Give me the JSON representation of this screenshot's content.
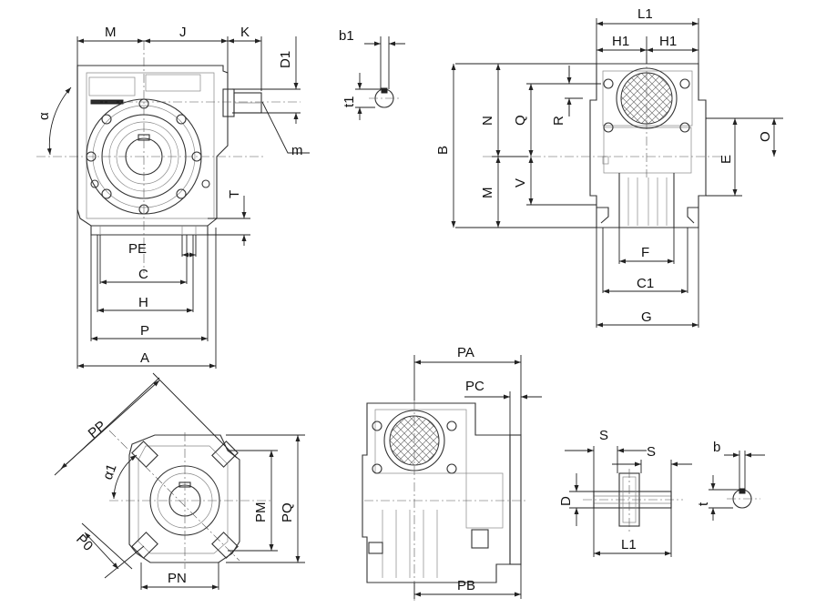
{
  "drawing": {
    "front_view": {
      "labels": {
        "M": "M",
        "J": "J",
        "K": "K",
        "D1": "D1",
        "alpha": "α",
        "m": "m",
        "T": "T",
        "PE": "PE",
        "C": "C",
        "H": "H",
        "P": "P",
        "A": "A"
      }
    },
    "keyway_detail": {
      "labels": {
        "b1": "b1",
        "t1": "t1"
      }
    },
    "side_view": {
      "labels": {
        "L1": "L1",
        "H1_left": "H1",
        "H1_right": "H1",
        "B": "B",
        "N": "N",
        "M": "M",
        "Q": "Q",
        "R": "R",
        "V": "V",
        "O": "O",
        "E": "E",
        "F": "F",
        "C1": "C1",
        "G": "G"
      }
    },
    "flange_view": {
      "labels": {
        "PP": "PP",
        "alpha1": "α1",
        "P0": "P0",
        "PM": "PM",
        "PQ": "PQ",
        "PN": "PN"
      }
    },
    "flange_side_view": {
      "labels": {
        "PA": "PA",
        "PC": "PC",
        "PB": "PB"
      }
    },
    "shaft_view": {
      "labels": {
        "S_left": "S",
        "S_right": "S",
        "D": "D",
        "L1": "L1"
      }
    },
    "shaft_keyway": {
      "labels": {
        "b": "b",
        "t": "t"
      }
    }
  }
}
